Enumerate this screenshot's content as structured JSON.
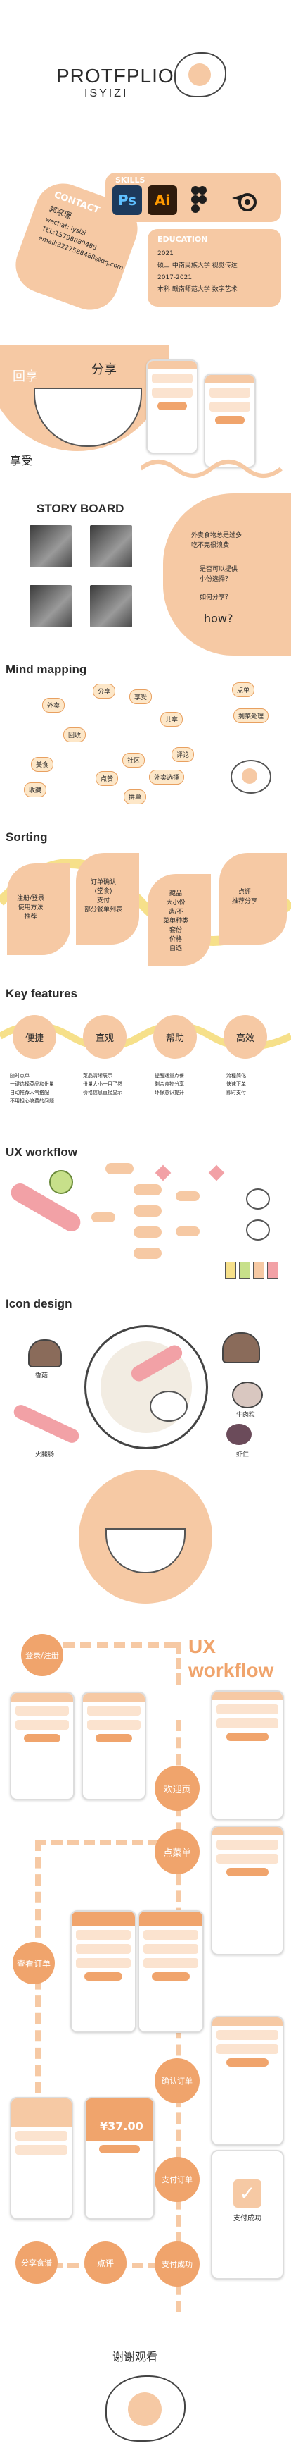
{
  "header": {
    "title": "PROTFPLIO",
    "subtitle": "ISYIZI"
  },
  "contact": {
    "heading": "CONTACT",
    "name": "郭家珊",
    "lines": [
      "wechat:         iysizi",
      "TEL:15798880488",
      "email:3227588488@qq.com"
    ]
  },
  "skills": {
    "heading": "SKILLS",
    "tools": [
      {
        "label": "Ps",
        "color": "#1d3a5c"
      },
      {
        "label": "Ai",
        "color": "#2f1b0c"
      },
      {
        "label": "F",
        "color": "#1e1e1e"
      },
      {
        "label": "B",
        "color": "#1e1e1e"
      }
    ]
  },
  "education": {
    "heading": "EDUCATION",
    "rows": [
      {
        "year": "2021",
        "school": "硕士    中南民族大学    视觉传达"
      },
      {
        "year": "2017-2021",
        "school": "本科    赣南师范大学    数字艺术"
      }
    ]
  },
  "hero": {
    "left_word": "回享",
    "right_word": "分享",
    "bottom_word": "享受"
  },
  "storyboard": {
    "heading": "STORY BOARD",
    "questions": [
      "外卖食物总是过多",
      "吃不完很浪费",
      "是否可以提供",
      "小份选择？",
      "如何分享？",
      "how?"
    ]
  },
  "mindmap": {
    "heading": "Mind mapping",
    "tags": [
      "分享",
      "享受",
      "外卖",
      "点单",
      "共享",
      "回收",
      "美食",
      "社区",
      "点赞",
      "评论",
      "外卖选择",
      "拼单",
      "剩菜处理",
      "收藏"
    ]
  },
  "sorting": {
    "heading": "Sorting",
    "items": [
      "注册/登录\n使用方法\n推荐",
      "订单确认\n(堂食)\n支付\n部分餐单列表",
      "藏品\n大小份\n选/不\n菜单种类\n套份\n价格\n自选",
      "点评\n推荐分享"
    ]
  },
  "features": {
    "heading": "Key features",
    "items": [
      {
        "label": "便捷",
        "lines": [
          "随时点单",
          "一键选择菜品和份量",
          "自动推荐人气搭配",
          "不用担心浪费的问题"
        ]
      },
      {
        "label": "直观",
        "lines": [
          "菜品清晰展示",
          "份量大小一目了然",
          "价格信息直接显示"
        ]
      },
      {
        "label": "帮助",
        "lines": [
          "提醒适量点餐",
          "剩余食物分享",
          "环保意识提升"
        ]
      },
      {
        "label": "高效",
        "lines": [
          "流程简化",
          "快速下单",
          "即时支付"
        ]
      }
    ]
  },
  "ux": {
    "heading": "UX workflow"
  },
  "icons": {
    "heading": "Icon design",
    "captions": [
      "香菇",
      "火腿肠",
      "牛肉粒",
      "虾仁"
    ]
  },
  "workflow": {
    "title_line1": "UX",
    "title_line2": "workflow",
    "steps": [
      "登录/注册",
      "欢迎页",
      "点菜单",
      "查看订单",
      "确认订单",
      "支付订单",
      "支付成功",
      "分享食谱",
      "点评"
    ],
    "price": "¥37.00",
    "success": "支付成功"
  },
  "footer": {
    "thanks": "谢谢观看"
  },
  "colors": {
    "peach": "#f6c9a4",
    "orange": "#f0a46c",
    "pink": "#f2a1a6"
  }
}
